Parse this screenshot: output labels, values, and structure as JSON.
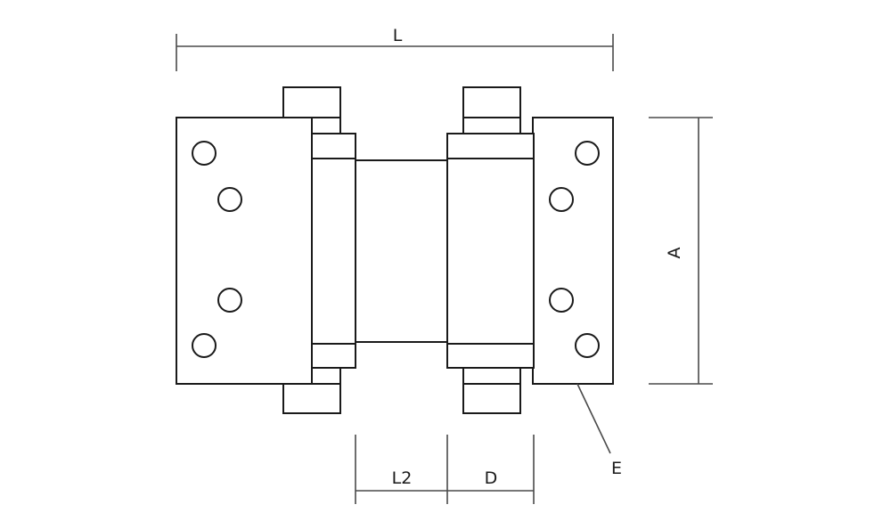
{
  "diagram": {
    "labels": {
      "length": "L",
      "height": "A",
      "barrel_offset": "L2",
      "barrel_diameter": "D",
      "plate_thickness": "E"
    }
  }
}
